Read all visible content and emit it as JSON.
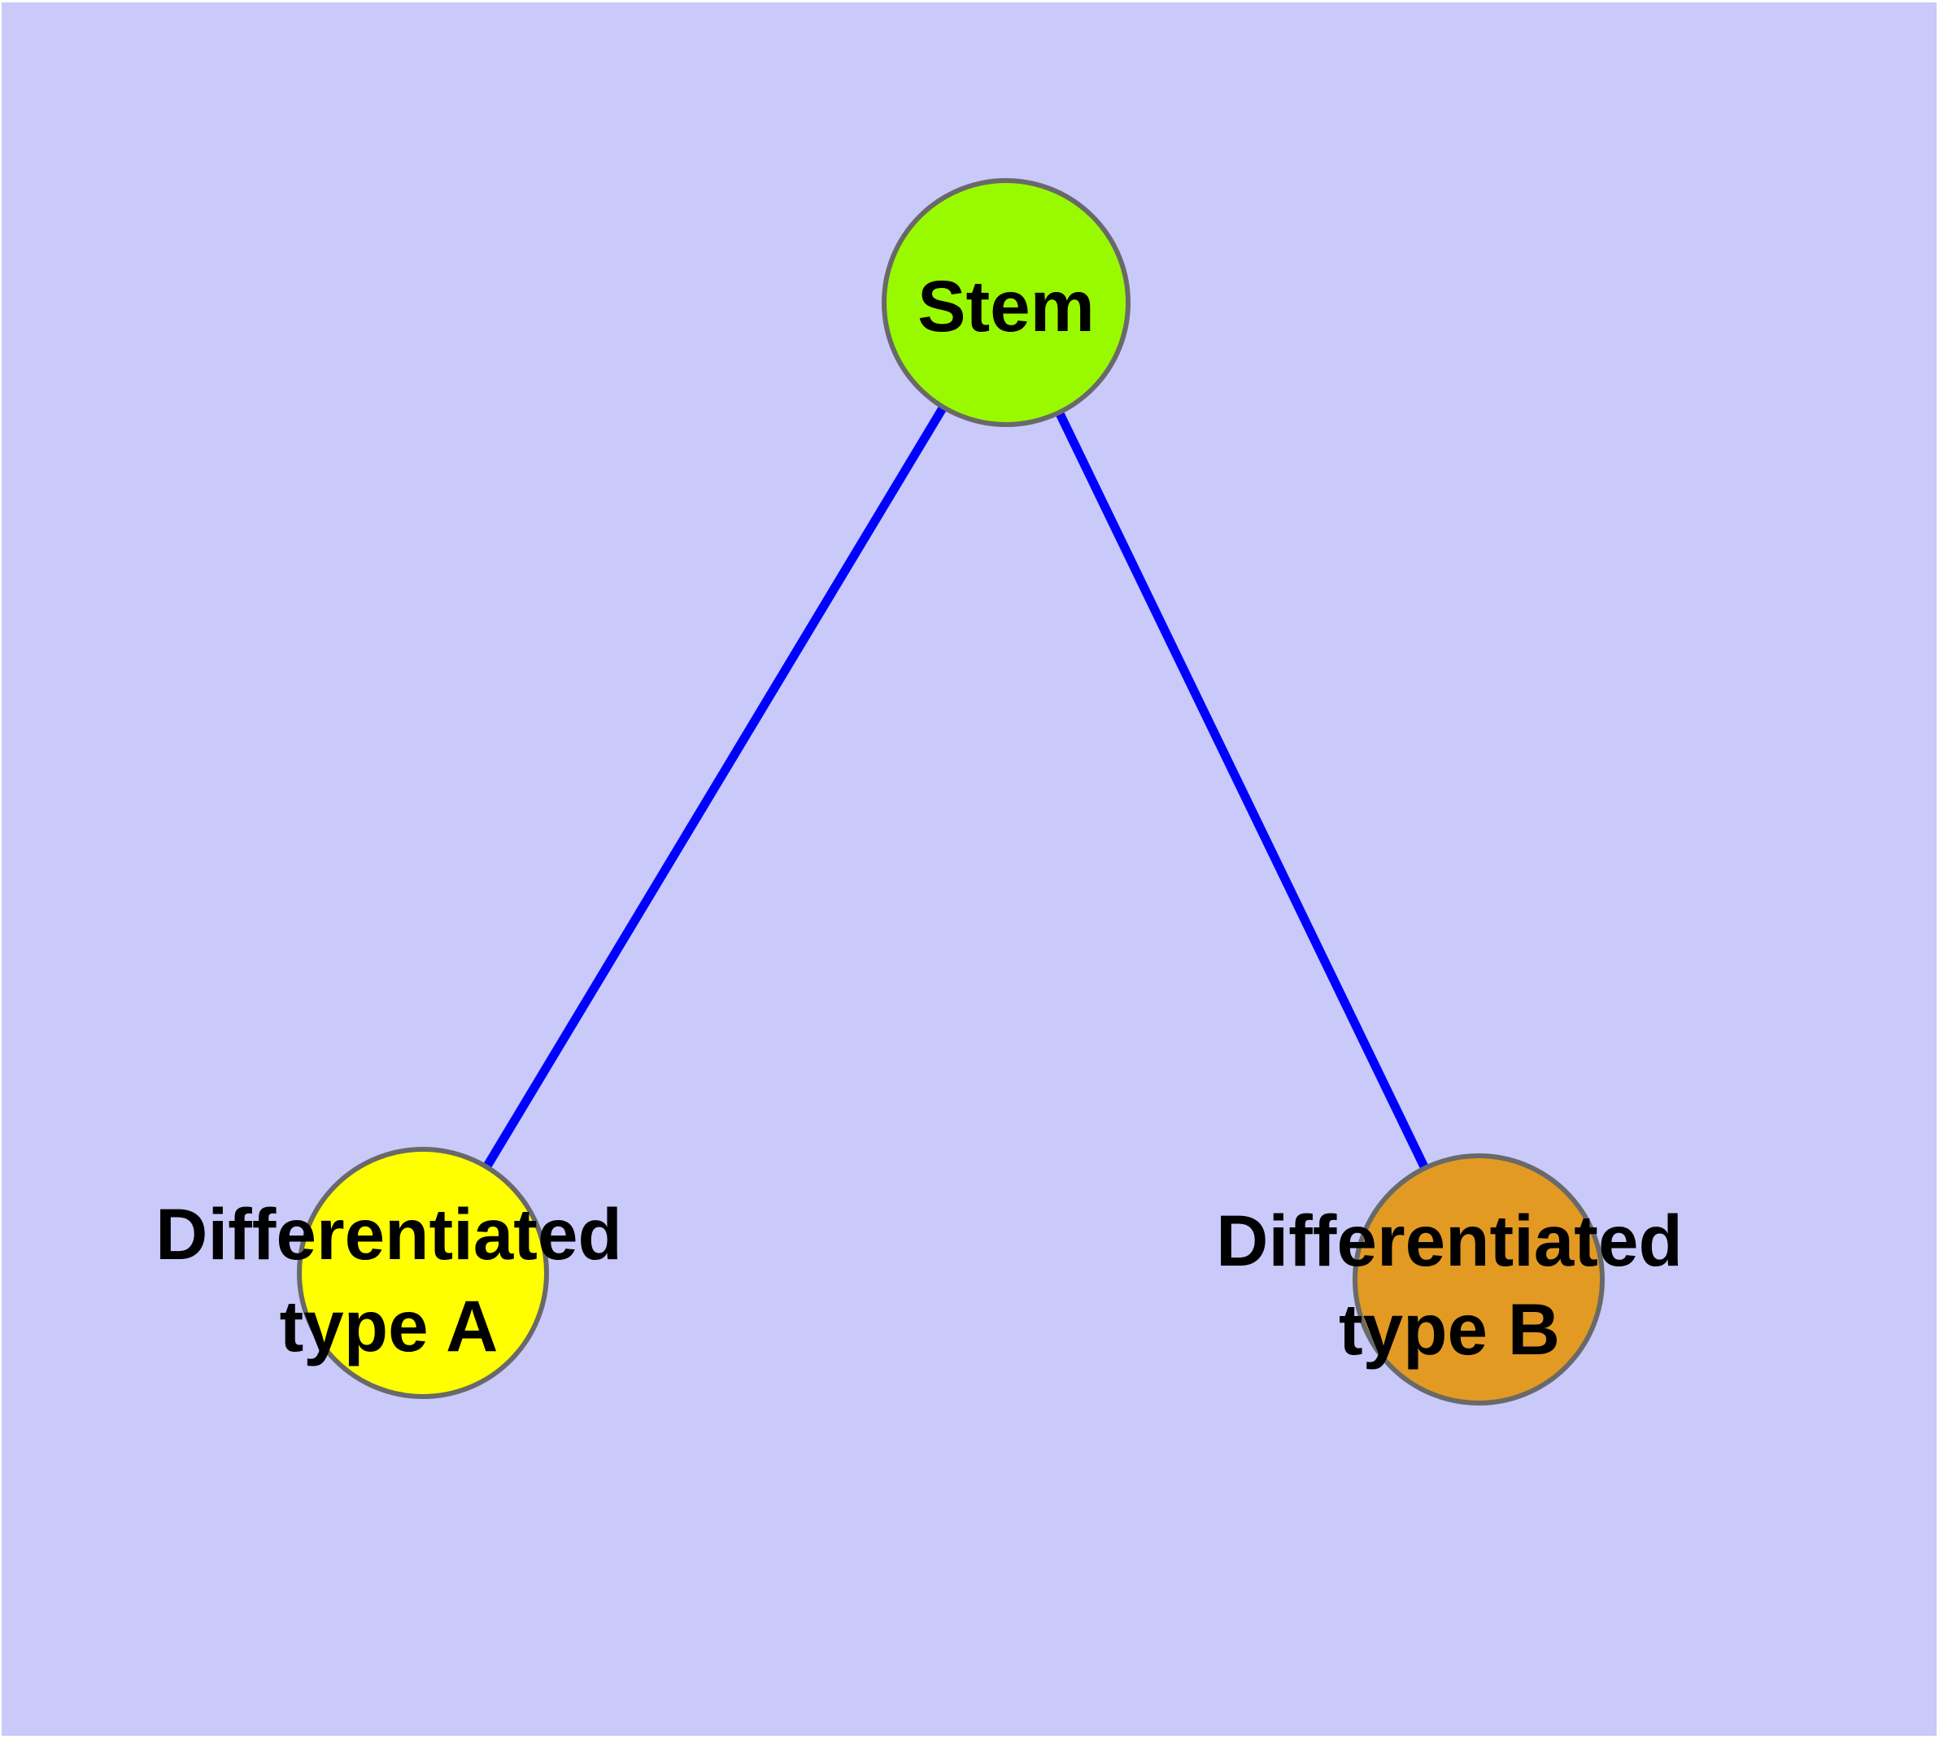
{
  "diagram": {
    "type": "node-link-graph",
    "background_color": "#C9C9FA",
    "frame_border_color": "#FFFFFF",
    "edge_color": "#0000FF",
    "node_stroke_color": "#696969",
    "label_color": "#000000"
  },
  "nodes": [
    {
      "id": "stem",
      "label": "Stem",
      "lines": [
        "Stem"
      ],
      "color": "#99FA00"
    },
    {
      "id": "differentiated-type-a",
      "label": "Differentiated type A",
      "lines": [
        "Differentiated",
        "type A"
      ],
      "color": "#FFFF00"
    },
    {
      "id": "differentiated-type-b",
      "label": "Differentiated type B",
      "lines": [
        "Differentiated",
        "type B"
      ],
      "color": "#E29A22"
    }
  ],
  "edges": [
    {
      "from": "Stem",
      "to": "Differentiated type A"
    },
    {
      "from": "Stem",
      "to": "Differentiated type B"
    }
  ]
}
